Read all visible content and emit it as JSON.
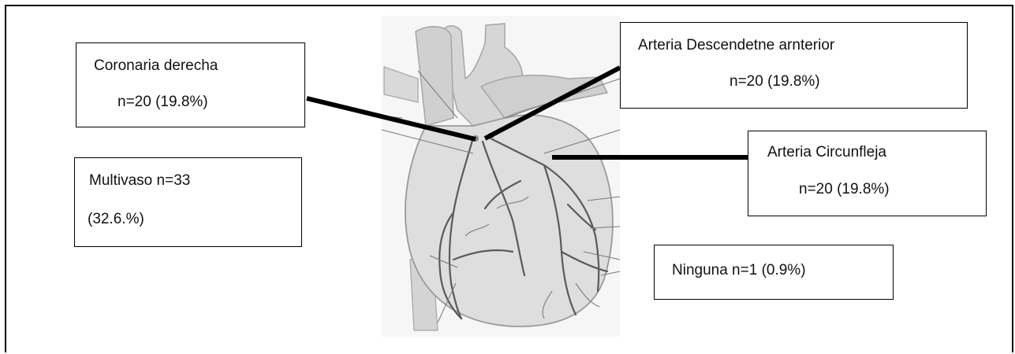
{
  "labels": {
    "right_coronary": {
      "name": "Coronaria derecha",
      "count": "n=20 (19.8%)"
    },
    "left_anterior_descending": {
      "name": "Arteria Descendetne arnterior",
      "count": "n=20 (19.8%)"
    },
    "circumflex": {
      "name": "Arteria Circunfleja",
      "count": "n=20 (19.8%)"
    },
    "multivessel": {
      "line1": "Multivaso n=33",
      "line2": "(32.6.%)"
    },
    "none": {
      "text": "Ninguna  n=1 (0.9%)"
    }
  },
  "colors": {
    "heart_fill": "#dcdcdc",
    "heart_outline": "#9a9a9a",
    "vessel": "#555555",
    "leader": "#000000"
  }
}
